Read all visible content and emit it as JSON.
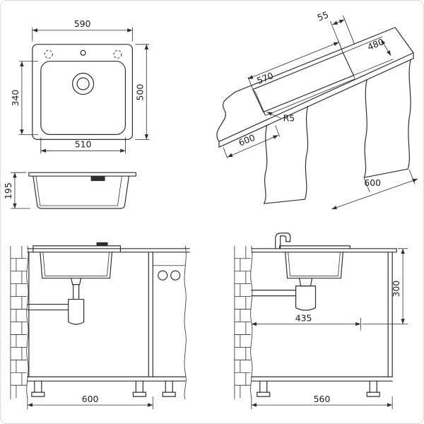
{
  "drawing": {
    "top_view": {
      "width": "590",
      "depth": "500",
      "bowl_depth": "340",
      "bowl_width": "510"
    },
    "section_view": {
      "bowl_height": "195"
    },
    "cutout_view": {
      "edge_offset": "55",
      "cutout_depth": "480",
      "cutout_width": "570",
      "corner_radius": "R5",
      "counter_depth_left": "600",
      "counter_depth_right": "600"
    },
    "front_view": {
      "cabinet_width": "600"
    },
    "side_view": {
      "drain_height": "300",
      "drain_distance": "435",
      "cabinet_depth": "560"
    }
  },
  "colors": {
    "line": "#2e2e2e",
    "text": "#1c1c1c",
    "background": "#ffffff"
  }
}
